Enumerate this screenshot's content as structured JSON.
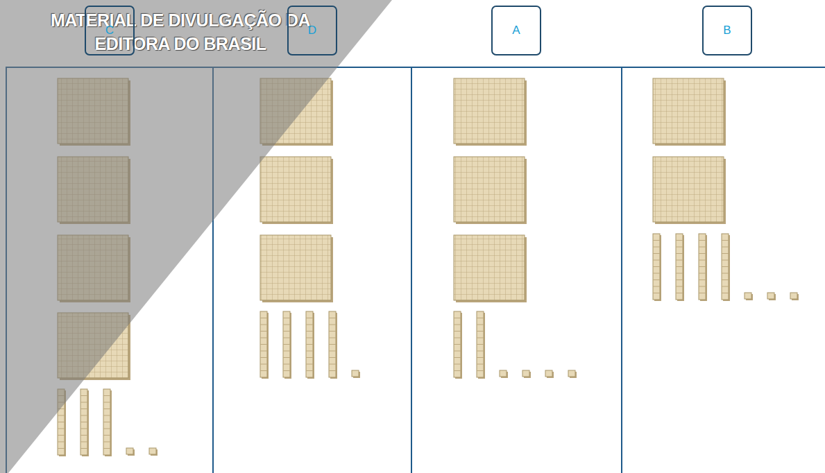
{
  "diagram": {
    "nodes": [
      {
        "text": [
          "C"
        ]
      },
      {
        "text": [
          "D"
        ]
      },
      {
        "text": [
          "A"
        ]
      },
      {
        "text": [
          "B"
        ]
      }
    ],
    "labels": [
      "MATERIAL DE DIVULGAÇÃO DA EDITORA DO BRASIL"
    ]
  }
}
